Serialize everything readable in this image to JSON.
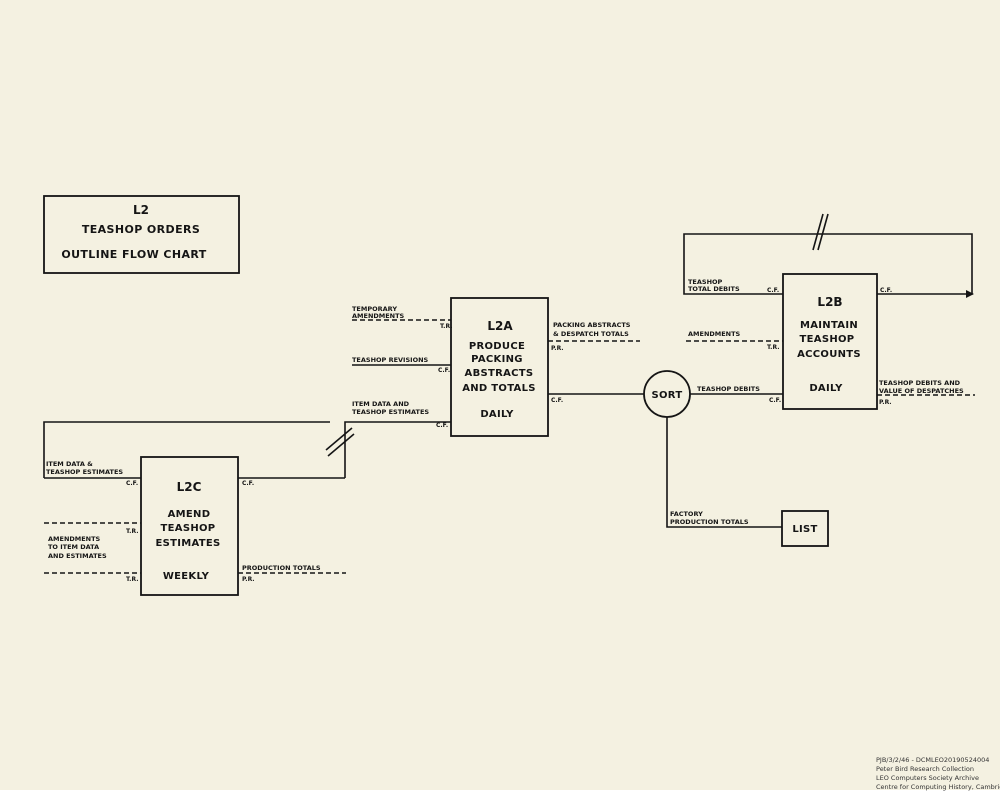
{
  "title_box": {
    "code": "L2",
    "line1": "TEASHOP ORDERS",
    "line2": "OUTLINE FLOW CHART"
  },
  "boxes": {
    "l2a": {
      "code": "L2A",
      "lines": [
        "PRODUCE",
        "PACKING",
        "ABSTRACTS",
        "AND TOTALS"
      ],
      "freq": "DAILY"
    },
    "l2b": {
      "code": "L2B",
      "lines": [
        "MAINTAIN",
        "TEASHOP",
        "ACCOUNTS"
      ],
      "freq": "DAILY"
    },
    "l2c": {
      "code": "L2C",
      "lines": [
        "AMEND",
        "TEASHOP",
        "ESTIMATES"
      ],
      "freq": "WEEKLY"
    },
    "list": {
      "label": "LIST"
    },
    "sort": {
      "label": "SORT"
    }
  },
  "labels": {
    "temporary_amendments": [
      "TEMPORARY",
      "AMENDMENTS"
    ],
    "teashop_revisions": "TEASHOP REVISIONS",
    "item_data_estimates_in": [
      "ITEM DATA AND",
      "TEASHOP ESTIMATES"
    ],
    "packing_abstracts_out": [
      "PACKING ABSTRACTS",
      "& DESPATCH TOTALS"
    ],
    "teashop_debits": "TEASHOP DEBITS",
    "teashop_total_debits": [
      "TEASHOP",
      "TOTAL DEBITS"
    ],
    "amendments": "AMENDMENTS",
    "teashop_debits_out": [
      "TEASHOP DEBITS AND",
      "VALUE OF DESPATCHES"
    ],
    "factory_totals": [
      "FACTORY",
      "PRODUCTION TOTALS"
    ],
    "item_data_l2c": [
      "ITEM DATA &",
      "TEASHOP ESTIMATES"
    ],
    "amendments_l2c": [
      "AMENDMENTS",
      "TO ITEM DATA",
      "AND ESTIMATES"
    ],
    "production_totals": "PRODUCTION TOTALS"
  },
  "tags": {
    "tr": "T.R.",
    "cf": "C.F.",
    "pr": "P.R."
  },
  "caption": [
    "PJB/3/2/46 - DCMLEO20190524004",
    "Peter Bird Research Collection",
    "LEO Computers Society Archive",
    "Centre for Computing History, Cambridge"
  ]
}
